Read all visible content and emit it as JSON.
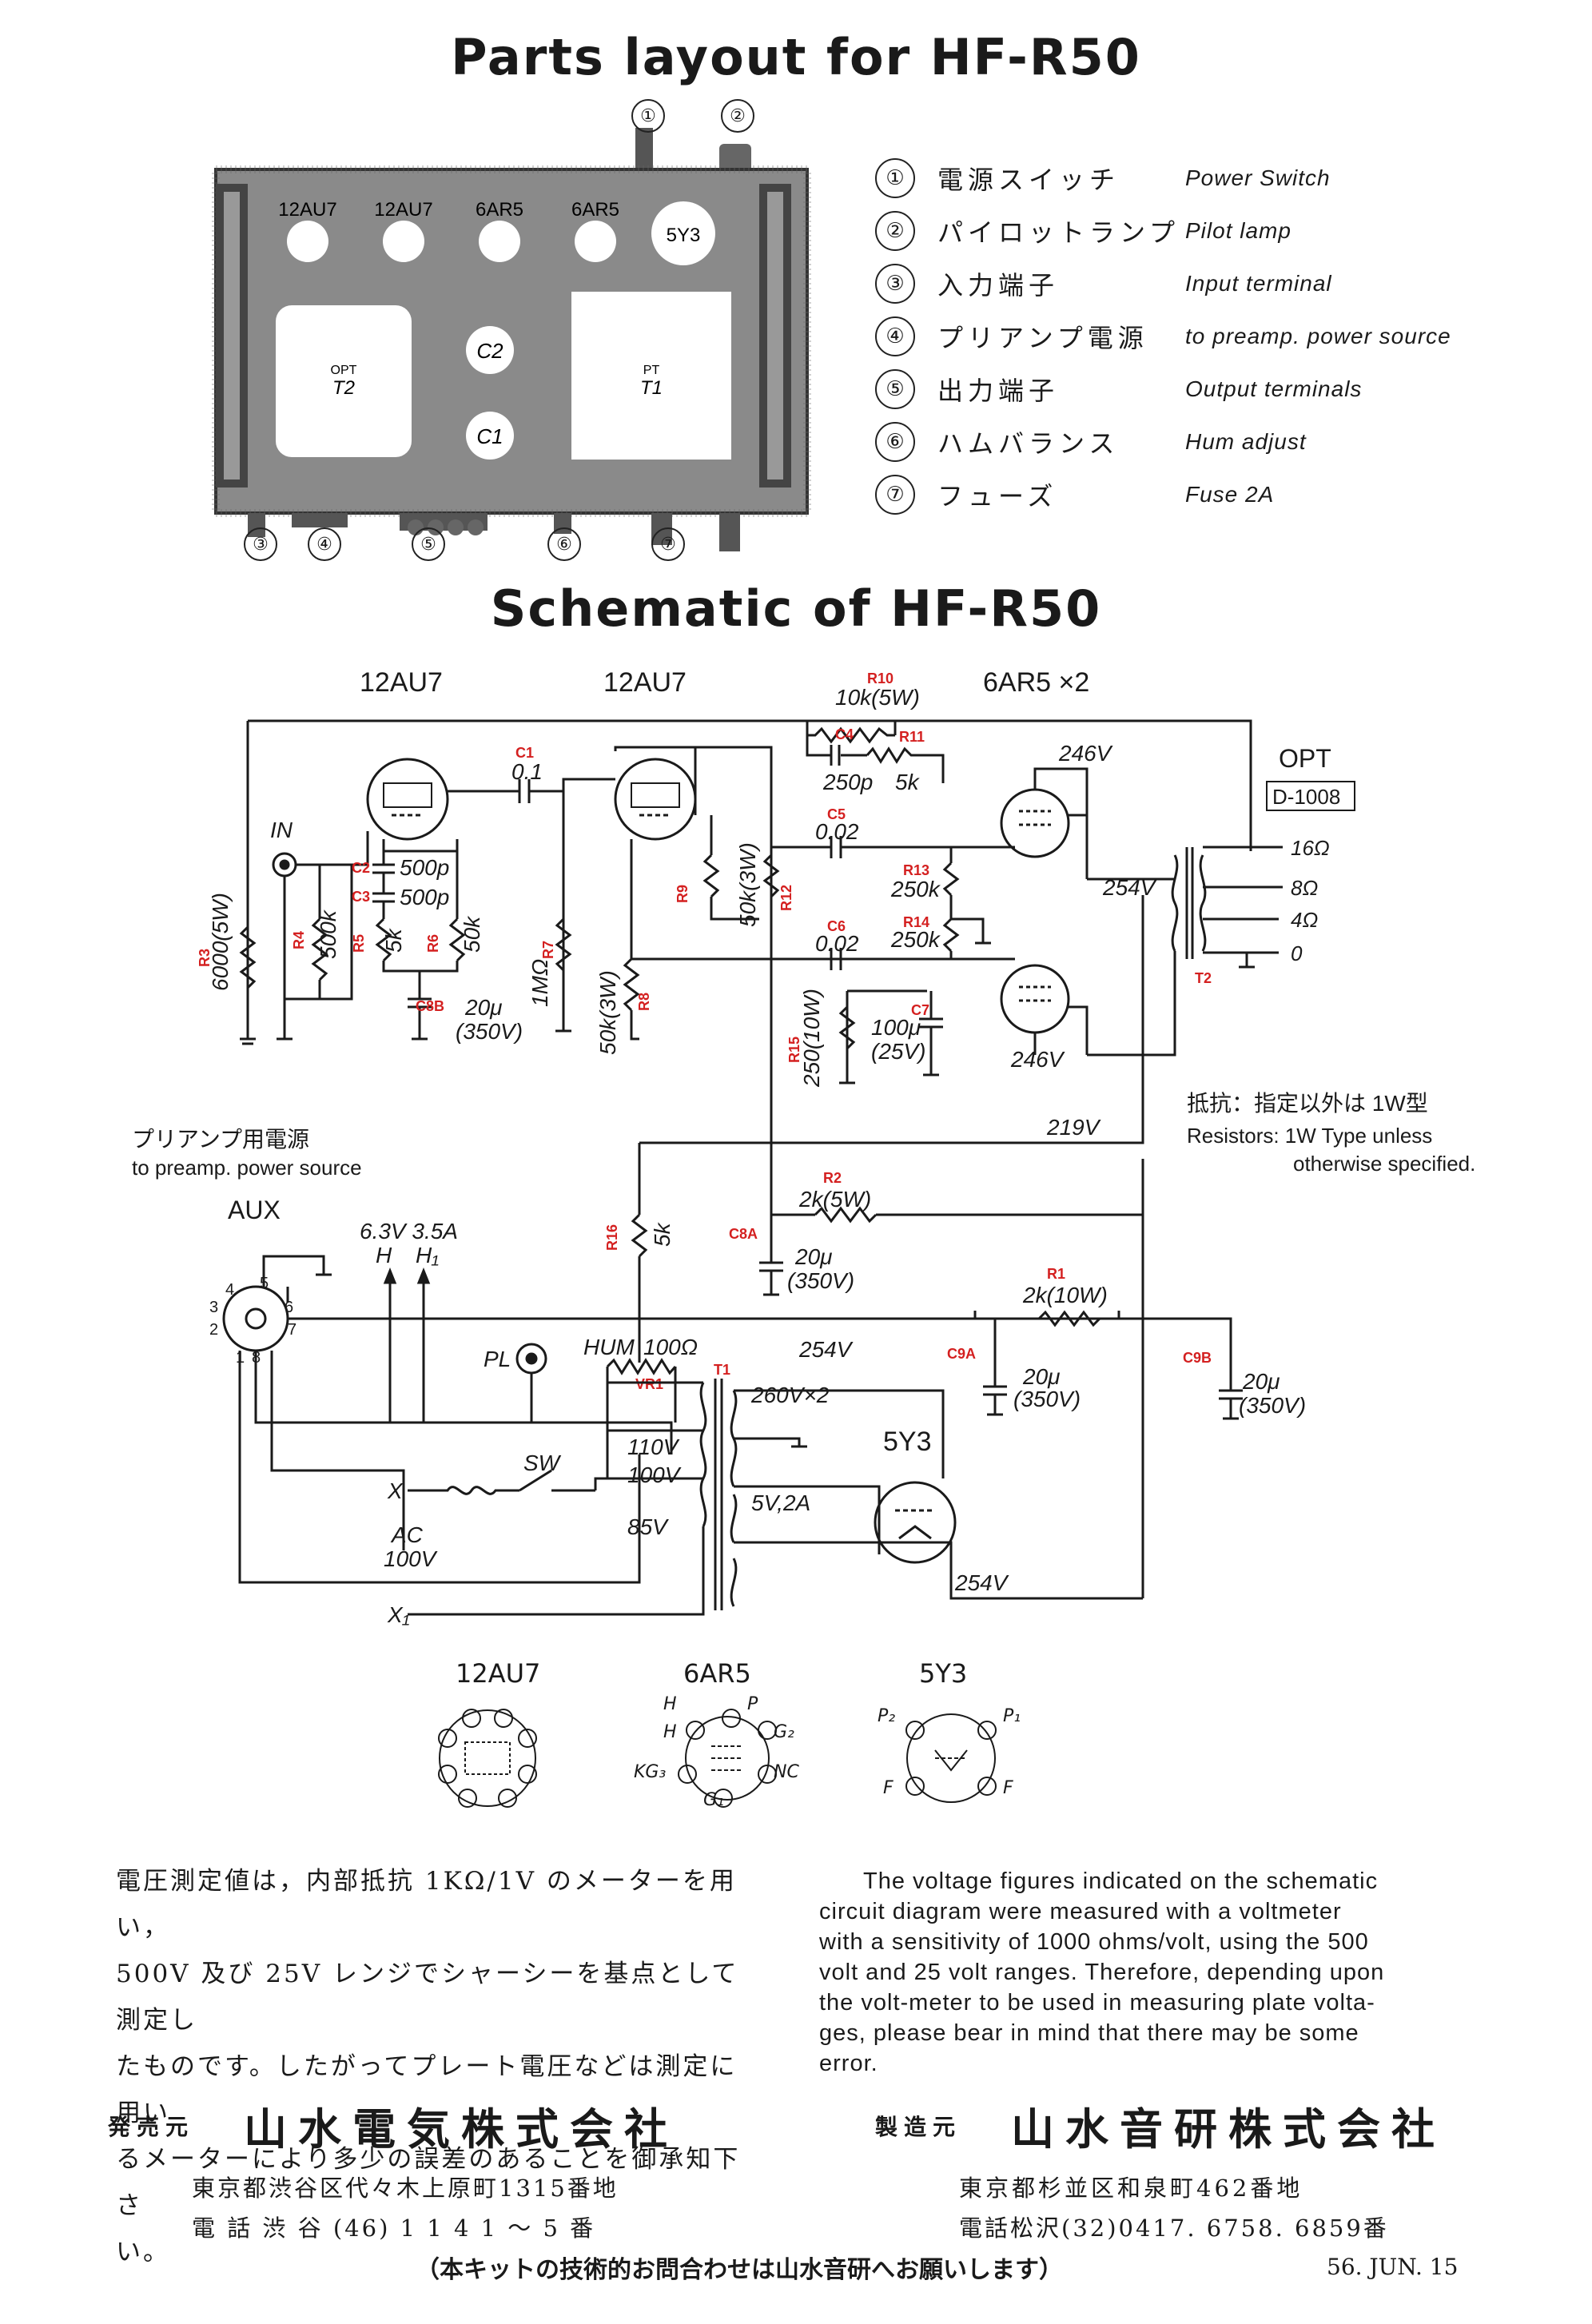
{
  "parts_layout": {
    "title": "Parts layout for HF-R50",
    "chassis_labels": [
      "12AU7",
      "12AU7",
      "6AR5",
      "6AR5",
      "5Y3",
      "OPT",
      "T2",
      "PT",
      "T1",
      "C2",
      "C1"
    ],
    "markers_top": [
      "①",
      "②"
    ],
    "markers_bottom": [
      "③",
      "④",
      "⑤",
      "⑥",
      "⑦"
    ],
    "legend": [
      {
        "num": "①",
        "jp": "電源スイッチ",
        "en": "Power Switch"
      },
      {
        "num": "②",
        "jp": "パイロットランプ",
        "en": "Pilot lamp"
      },
      {
        "num": "③",
        "jp": "入力端子",
        "en": "Input terminal"
      },
      {
        "num": "④",
        "jp": "プリアンプ電源",
        "en": "to preamp. power source"
      },
      {
        "num": "⑤",
        "jp": "出力端子",
        "en": "Output terminals"
      },
      {
        "num": "⑥",
        "jp": "ハムバランス",
        "en": "Hum adjust"
      },
      {
        "num": "⑦",
        "jp": "フューズ",
        "en": "Fuse 2A"
      }
    ]
  },
  "schematic": {
    "title": "Schematic of HF-R50",
    "tubes": {
      "v1": "12AU7",
      "v2": "12AU7",
      "output": "6AR5 ×2",
      "rect": "5Y3"
    },
    "opt_label": "OPT",
    "opt_model": "D-1008",
    "taps": [
      "16Ω",
      "8Ω",
      "4Ω",
      "0"
    ],
    "components": {
      "R10": "R10",
      "R10v": "10k(5W)",
      "R11": "R11",
      "R11v": "5k",
      "C4": "C4",
      "C4v": "250p",
      "C1": "C1",
      "C1v": "0.1",
      "C5": "C5",
      "C5v": "0.02",
      "C6": "C6",
      "C6v": "0.02",
      "R13": "R13",
      "R13v": "250k",
      "R14": "R14",
      "R14v": "250k",
      "R9": "R9",
      "R12": "R12",
      "R12v": "50k(3W)",
      "C2": "C2",
      "C2v": "500p",
      "C3": "C3",
      "C3v": "500p",
      "R3": "R3",
      "R3v": "6000(5W)",
      "R4": "R4",
      "R4v": "500k",
      "R5": "R5",
      "R5v": "5k",
      "R6": "R6",
      "R6v": "50k",
      "R7": "R7",
      "R7v": "1MΩ",
      "R8": "R8",
      "R8v": "50k(3W)",
      "C8B": "C8B",
      "C8Bv": "20μ",
      "C8Bv2": "(350V)",
      "R15": "R15",
      "R15v": "250(10W)",
      "C7": "C7",
      "C7v": "100μ",
      "C7v2": "(25V)",
      "T2": "T2",
      "R2": "R2",
      "R2v": "2k(5W)",
      "C8A": "C8A",
      "C8Av": "20μ",
      "C8Av2": "(350V)",
      "R16": "R16",
      "R16v": "5k",
      "R1": "R1",
      "R1v": "2k(10W)",
      "VR1": "VR1",
      "HUM": "HUM",
      "HUMv": "100Ω",
      "C9A": "C9A",
      "C9Av": "20μ",
      "C9Av2": "(350V)",
      "C9B": "C9B",
      "C9Bv": "20μ",
      "C9Bv2": "(350V)",
      "T1": "T1",
      "PL": "PL",
      "SW": "SW",
      "IN": "IN"
    },
    "voltages": {
      "v246a": "246V",
      "v254": "254V",
      "v246b": "246V",
      "v219": "219V",
      "v254b": "254V",
      "v254c": "254V",
      "v260": "260V×2",
      "v52a": "5V,2A",
      "v110": "110V",
      "v100": "100V",
      "v85": "85V",
      "vac": "AC",
      "vac2": "100V",
      "h63": "6.3V 3.5A",
      "h": "H",
      "h1": "H₁",
      "x": "X",
      "x1": "X₁"
    },
    "aux": "AUX",
    "aux_pins": [
      "1",
      "2",
      "3",
      "4",
      "5",
      "6",
      "7",
      "8"
    ],
    "preamp_jp": "プリアンプ用電源",
    "preamp_en": "to preamp. power source",
    "resistor_note_jp": "抵抗：指定以外は 1W型",
    "resistor_note_en1": "Resistors: 1W Type unless",
    "resistor_note_en2": "otherwise specified."
  },
  "pinouts": {
    "titles": [
      "12AU7",
      "6AR5",
      "5Y3"
    ],
    "6ar5_labels": [
      "H",
      "H",
      "P",
      "G₂",
      "KG₃",
      "NC",
      "G₁"
    ],
    "5y3_labels": [
      "P₂",
      "P₁",
      "F",
      "F"
    ]
  },
  "notes": {
    "jp_lines": [
      "電圧測定値は，内部抵抗 1KΩ/1V のメーターを用い，",
      "500V 及び 25V レンジでシャーシーを基点として測定し",
      "たものです。したがってプレート電圧などは測定に用い",
      "るメーターにより多少の誤差のあることを御承知下さ",
      "い。"
    ],
    "en_lines": [
      "The voltage figures indicated on the schematic",
      "circuit diagram were measured with a voltmeter",
      "with a sensitivity of 1000 ohms/volt, using the 500",
      "volt and 25 volt ranges. Therefore, depending upon",
      "the volt-meter to be used in measuring plate volta-",
      "ges, please bear in mind that there may be some",
      "error."
    ]
  },
  "footer": {
    "seller_label": "発売元",
    "seller_name": "山水電気株式会社",
    "seller_addr": "東京都渋谷区代々木上原町1315番地",
    "seller_tel": "電 話 渋 谷 (46) 1 1 4 1 ～ 5 番",
    "maker_label": "製造元",
    "maker_name": "山水音研株式会社",
    "maker_addr": "東京都杉並区和泉町462番地",
    "maker_tel": "電話松沢(32)0417. 6758. 6859番",
    "inquiry": "（本キットの技術的お問合わせは山水音研へお願いします）",
    "date": "56. JUN. 15"
  }
}
